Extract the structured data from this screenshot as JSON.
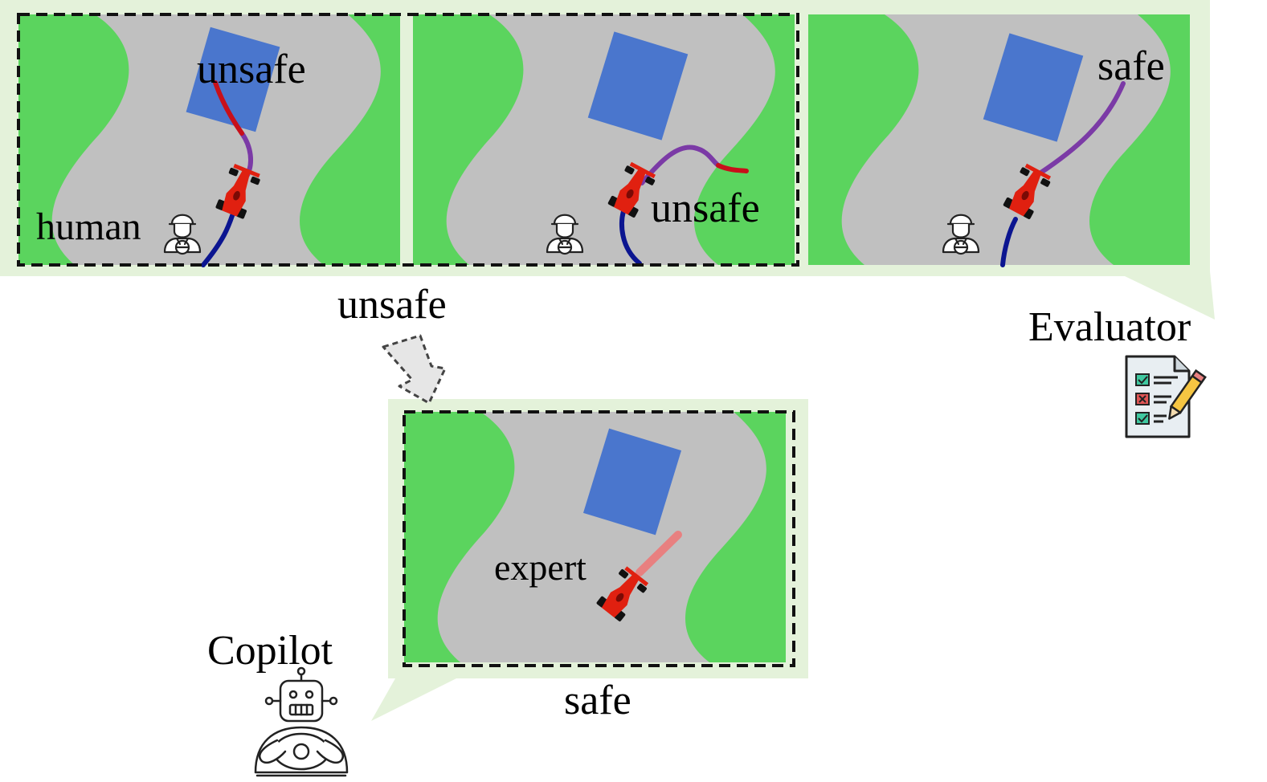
{
  "labels": {
    "panel1_unsafe": "unsafe",
    "panel1_human": "human",
    "panel2_unsafe": "unsafe",
    "panel3_safe": "safe",
    "arrow_unsafe": "unsafe",
    "evaluator": "Evaluator",
    "expert": "expert",
    "bottom_safe": "safe",
    "copilot": "Copilot"
  },
  "colors": {
    "grass": "#5bd45e",
    "road": "#c0c0c0",
    "obstacle": "#4a76cd",
    "car": "#e02010",
    "path_blue": "#0b1590",
    "path_purple": "#7b3aa6",
    "path_red": "#c8101a",
    "path_pink": "#e88080",
    "bubble": "#e4f2da"
  },
  "icons": [
    "driver-icon",
    "race-car-icon",
    "checklist-icon",
    "robot-driver-icon"
  ]
}
